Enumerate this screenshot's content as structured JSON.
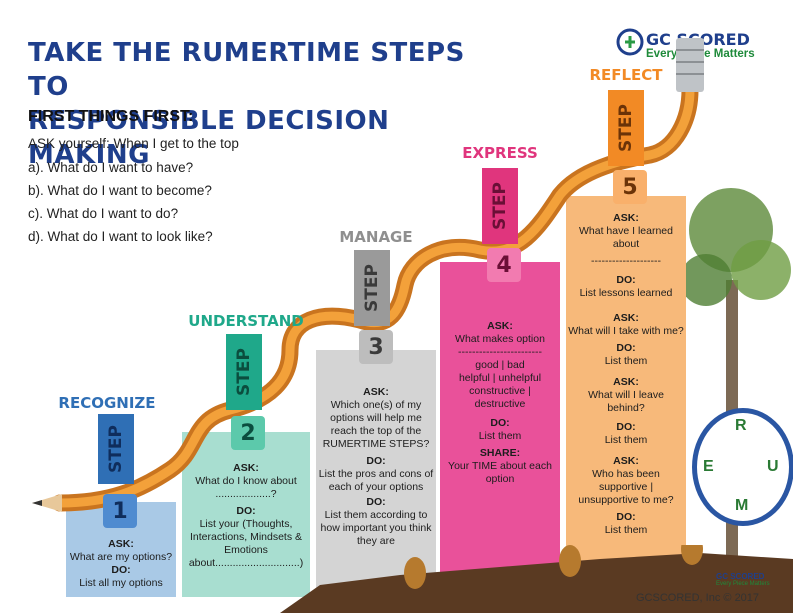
{
  "title_line1": "TAKE THE RUMERTIME STEPS TO",
  "title_line2": "RESPONSIBLE DECISION MAKING",
  "logo": {
    "name": "GC SCORED",
    "tagline": "Every Piece Matters",
    "icon": "gc-logo-icon"
  },
  "intro": {
    "heading": "FIRST THINGS FIRST:",
    "lines": [
      "ASK yourself: When I get to the top",
      "a). What do I want to have?",
      "b). What do I want to become?",
      "c). What do I want to do?",
      "d). What do I want to look like?"
    ]
  },
  "steps": [
    {
      "heading": "RECOGNIZE",
      "tab": "STEP",
      "number": "1",
      "color": "#2f6fb5",
      "ask_label": "ASK:",
      "ask": "What are my options?",
      "do_label": "DO:",
      "do": "List all my options"
    },
    {
      "heading": "UNDERSTAND",
      "tab": "STEP",
      "number": "2",
      "color": "#1fa88a",
      "ask_label": "ASK:",
      "ask": "What do I know about ...................?",
      "do_label": "DO:",
      "do": "List your (Thoughts, Interactions, Mindsets & Emotions about.............................)"
    },
    {
      "heading": "MANAGE",
      "tab": "STEP",
      "number": "3",
      "color": "#8f8f8f",
      "ask_label": "ASK:",
      "ask": "Which one(s) of my options will help me reach the top of the RUMERTIME STEPS?",
      "do_label": "DO:",
      "do": "List the pros and cons of each of your options",
      "do2_label": "DO:",
      "do2": "List them according to how important you think they are"
    },
    {
      "heading": "EXPRESS",
      "tab": "STEP",
      "number": "4",
      "color": "#e0357d",
      "ask_label": "ASK:",
      "ask": "What makes option",
      "divider": "------------------------",
      "options": [
        "good | bad",
        "helpful | unhelpful",
        "constructive | destructive"
      ],
      "do_label": "DO:",
      "do": "List them",
      "share_label": "SHARE:",
      "share": "Your TIME about each option"
    },
    {
      "heading": "REFLECT",
      "tab": "STEP",
      "number": "5",
      "color": "#f28a25",
      "ask_label": "ASK:",
      "ask": "What have I learned about",
      "divider": "--------------------",
      "do_label": "DO:",
      "do": "List lessons learned",
      "ask2_label": "ASK:",
      "ask2": "What will I take with me?",
      "do2_label": "DO:",
      "do2": "List them",
      "ask3_label": "ASK:",
      "ask3": "What will I leave behind?",
      "do3_label": "DO:",
      "do3": "List them",
      "ask4_label": "ASK:",
      "ask4": "Who has been supportive | unsupportive to me?",
      "do4_label": "DO:",
      "do4": "List them"
    }
  ],
  "clock_letters": [
    "R",
    "U",
    "M",
    "E"
  ],
  "footer": "GCSCORED, Inc © 2017",
  "footer_logo": "GC SCORED",
  "footer_logo_tagline": "Every Piece Matters"
}
